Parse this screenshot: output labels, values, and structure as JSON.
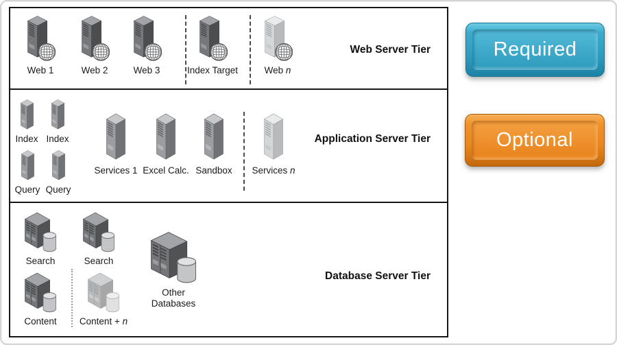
{
  "diagram": {
    "tiers": [
      {
        "title": "Web Server Tier",
        "items": [
          {
            "label": "Web 1"
          },
          {
            "label": "Web 2"
          },
          {
            "label": "Web 3"
          },
          {
            "label": "Index Target"
          },
          {
            "label": "Web ",
            "suffix": "n"
          }
        ]
      },
      {
        "title": "Application Server Tier",
        "items": [
          {
            "label": "Index"
          },
          {
            "label": "Index"
          },
          {
            "label": "Query"
          },
          {
            "label": "Query"
          },
          {
            "label": "Services 1"
          },
          {
            "label": "Excel Calc."
          },
          {
            "label": "Sandbox"
          },
          {
            "label": "Services ",
            "suffix": "n"
          }
        ]
      },
      {
        "title": "Database Server Tier",
        "items": [
          {
            "label": "Search"
          },
          {
            "label": "Search"
          },
          {
            "label": "Content"
          },
          {
            "label": "Content + ",
            "suffix": "n"
          },
          {
            "label": "Other Databases"
          }
        ]
      }
    ]
  },
  "legend": {
    "required": {
      "label": "Required",
      "color": "#35a3c6"
    },
    "optional": {
      "label": "Optional",
      "color": "#ee8a22"
    }
  },
  "icons": {
    "web_server": "tower-server-with-globe-icon",
    "app_server": "tower-server-icon",
    "database_server": "server-with-database-cylinder-icon"
  },
  "colors": {
    "server_dark": "#76777a",
    "server_mid": "#9b9da0",
    "server_light": "#d5d6d8",
    "tier_border": "#161616"
  }
}
